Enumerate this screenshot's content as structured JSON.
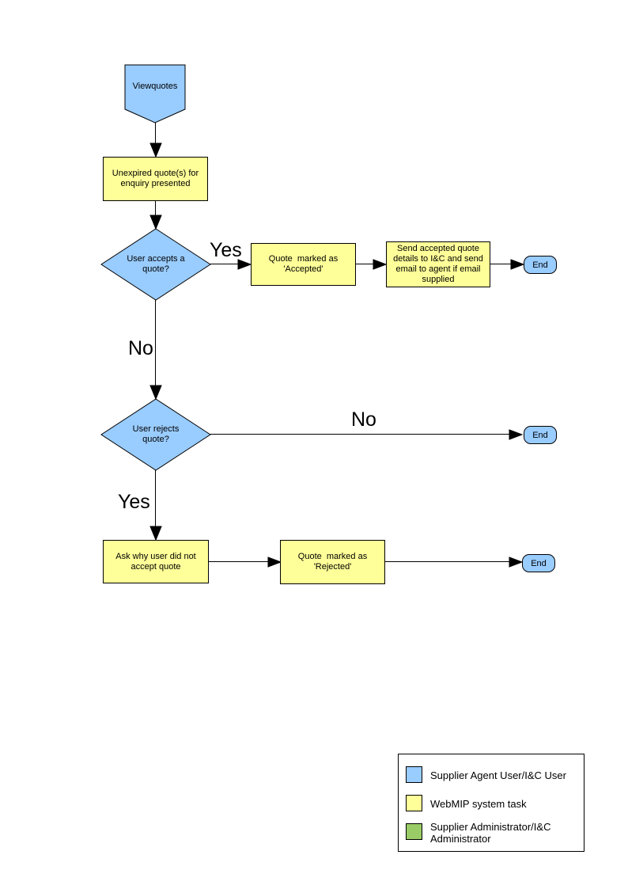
{
  "colors": {
    "actor_blue": "#99CCFF",
    "task_yellow": "#FFFF99",
    "admin_green": "#99CC66",
    "connector": "#000000",
    "background": "#FFFFFF"
  },
  "flowchart": {
    "start": "Viewquotes",
    "steps": {
      "unexpired": "Unexpired quote(s) for enquiry presented",
      "marked_accepted": "Quote  marked as 'Accepted'",
      "send_details": "Send accepted quote details to I&C and send email to agent if email supplied",
      "ask_why": "Ask why user did not accept quote",
      "marked_rejected": "Quote  marked as 'Rejected'"
    },
    "decisions": {
      "accepts": "User accepts a quote?",
      "rejects": "User rejects quote?"
    },
    "terminator": "End",
    "edge_labels": {
      "accepts_yes": "Yes",
      "accepts_no": "No",
      "rejects_no": "No",
      "rejects_yes": "Yes"
    }
  },
  "legend": {
    "items": [
      {
        "color": "#99CCFF",
        "label": "Supplier Agent User/I&C User"
      },
      {
        "color": "#FFFF99",
        "label": "WebMIP system task"
      },
      {
        "color": "#99CC66",
        "label": "Supplier Administrator/I&C Administrator"
      }
    ]
  }
}
